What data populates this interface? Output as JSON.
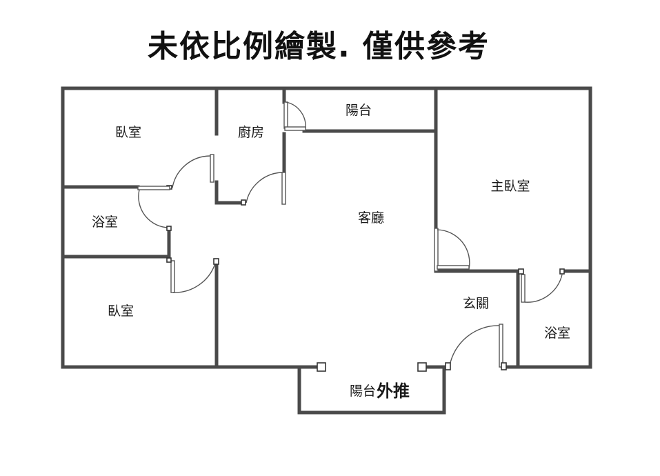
{
  "title": "未依比例繪製. 僅供參考",
  "rooms": {
    "bedroom_top": "臥室",
    "kitchen": "廚房",
    "balcony_top": "陽台",
    "master_bedroom": "主臥室",
    "bathroom_left": "浴室",
    "living_room": "客廳",
    "bedroom_bottom": "臥室",
    "foyer": "玄關",
    "bathroom_right": "浴室",
    "balcony_bottom": "陽台",
    "balcony_bottom_note": "外推"
  }
}
